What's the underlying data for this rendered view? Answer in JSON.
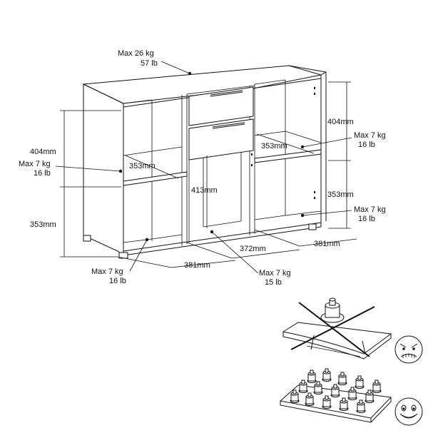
{
  "top_load": {
    "kg": "Max 26 kg",
    "lb": "57 lb"
  },
  "left_upper_height": "404mm",
  "left_lower_height": "353mm",
  "left_upper_load": {
    "kg": "Max 7 kg",
    "lb": "16 lb"
  },
  "left_shelf_depth": "353mm",
  "center_height": "413mm",
  "right_upper_height": "404mm",
  "right_lower_height": "353mm",
  "right_upper_load": {
    "kg": "Max 7 kg",
    "lb": "16 lb"
  },
  "right_shelf_depth": "353mm",
  "right_lower_load": {
    "kg": "Max 7 kg",
    "lb": "16 lb"
  },
  "width_left": "381mm",
  "width_center": "372mm",
  "width_right": "381mm",
  "bottom_left_load": {
    "kg": "Max 7 kg",
    "lb": "16 lb"
  },
  "bottom_center_load": {
    "kg": "Max 7 kg",
    "lb": "15 lb"
  }
}
